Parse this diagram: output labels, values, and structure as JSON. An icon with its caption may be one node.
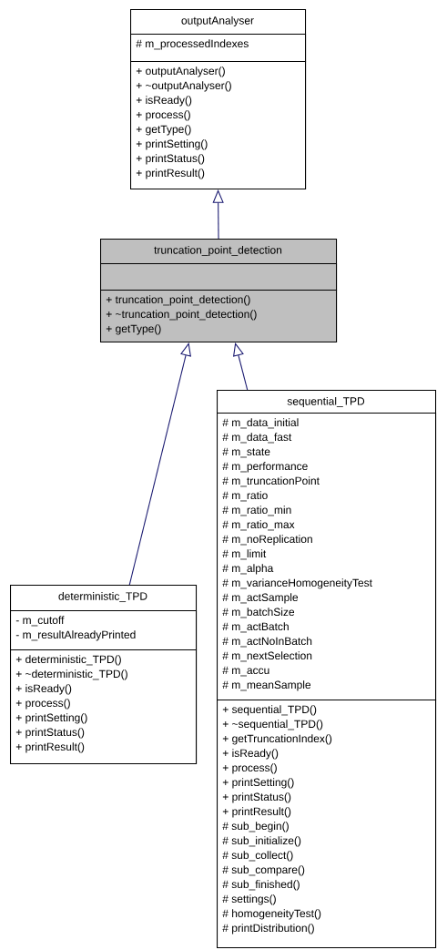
{
  "diagram": {
    "nodes": [
      {
        "text": [
          "outputAnalyser"
        ]
      },
      {
        "text": [
          "# m_processedIndexes"
        ],
        "in": 0
      },
      {
        "text": [
          "+ outputAnalyser()",
          "+ ~outputAnalyser()",
          "+ isReady()",
          "+ process()",
          "+ getType()",
          "+ printSetting()",
          "+ printStatus()",
          "+ printResult()"
        ],
        "in": 0
      },
      {
        "text": [
          "truncation_point_detection"
        ]
      },
      {
        "text": [],
        "shape": "box",
        "in": 3
      },
      {
        "text": [
          "+ truncation_point_detection()",
          "+ ~truncation_point_detection()",
          "+ getType()"
        ],
        "in": 3
      },
      {
        "text": [
          "deterministic_TPD"
        ]
      },
      {
        "text": [
          "- m_cutoff",
          "- m_resultAlreadyPrinted"
        ],
        "in": 6
      },
      {
        "text": [
          "+ deterministic_TPD()",
          "+ ~deterministic_TPD()",
          "+ isReady()",
          "+ process()",
          "+ printSetting()",
          "+ printStatus()",
          "+ printResult()"
        ],
        "in": 6
      },
      {
        "text": [
          "sequential_TPD"
        ]
      },
      {
        "text": [
          "# m_data_initial",
          "# m_data_fast",
          "# m_state",
          "# m_performance",
          "# m_truncationPoint",
          "# m_ratio",
          "# m_ratio_min",
          "# m_ratio_max",
          "# m_noReplication",
          "# m_limit",
          "# m_alpha",
          "# m_varianceHomogeneityTest",
          "# m_actSample",
          "# m_batchSize",
          "# m_actBatch",
          "# m_actNoInBatch",
          "# m_nextSelection",
          "# m_accu",
          "# m_meanSample"
        ],
        "in": 9
      },
      {
        "text": [
          "+ sequential_TPD()",
          "+ ~sequential_TPD()",
          "+ getTruncationIndex()",
          "+ isReady()",
          "+ process()",
          "+ printSetting()",
          "+ printStatus()",
          "+ printResult()",
          "# sub_begin()",
          "# sub_initialize()",
          "# sub_collect()",
          "# sub_compare()",
          "# sub_finished()",
          "# settings()",
          "# homogeneityTest()",
          "# printDistribution()"
        ],
        "in": 9
      }
    ],
    "edges": [
      {
        "from": 3,
        "to": 0,
        "arrow": "to"
      },
      {
        "from": 6,
        "to": 3,
        "arrow": "to"
      },
      {
        "from": 9,
        "to": 3,
        "arrow": "to"
      }
    ]
  }
}
